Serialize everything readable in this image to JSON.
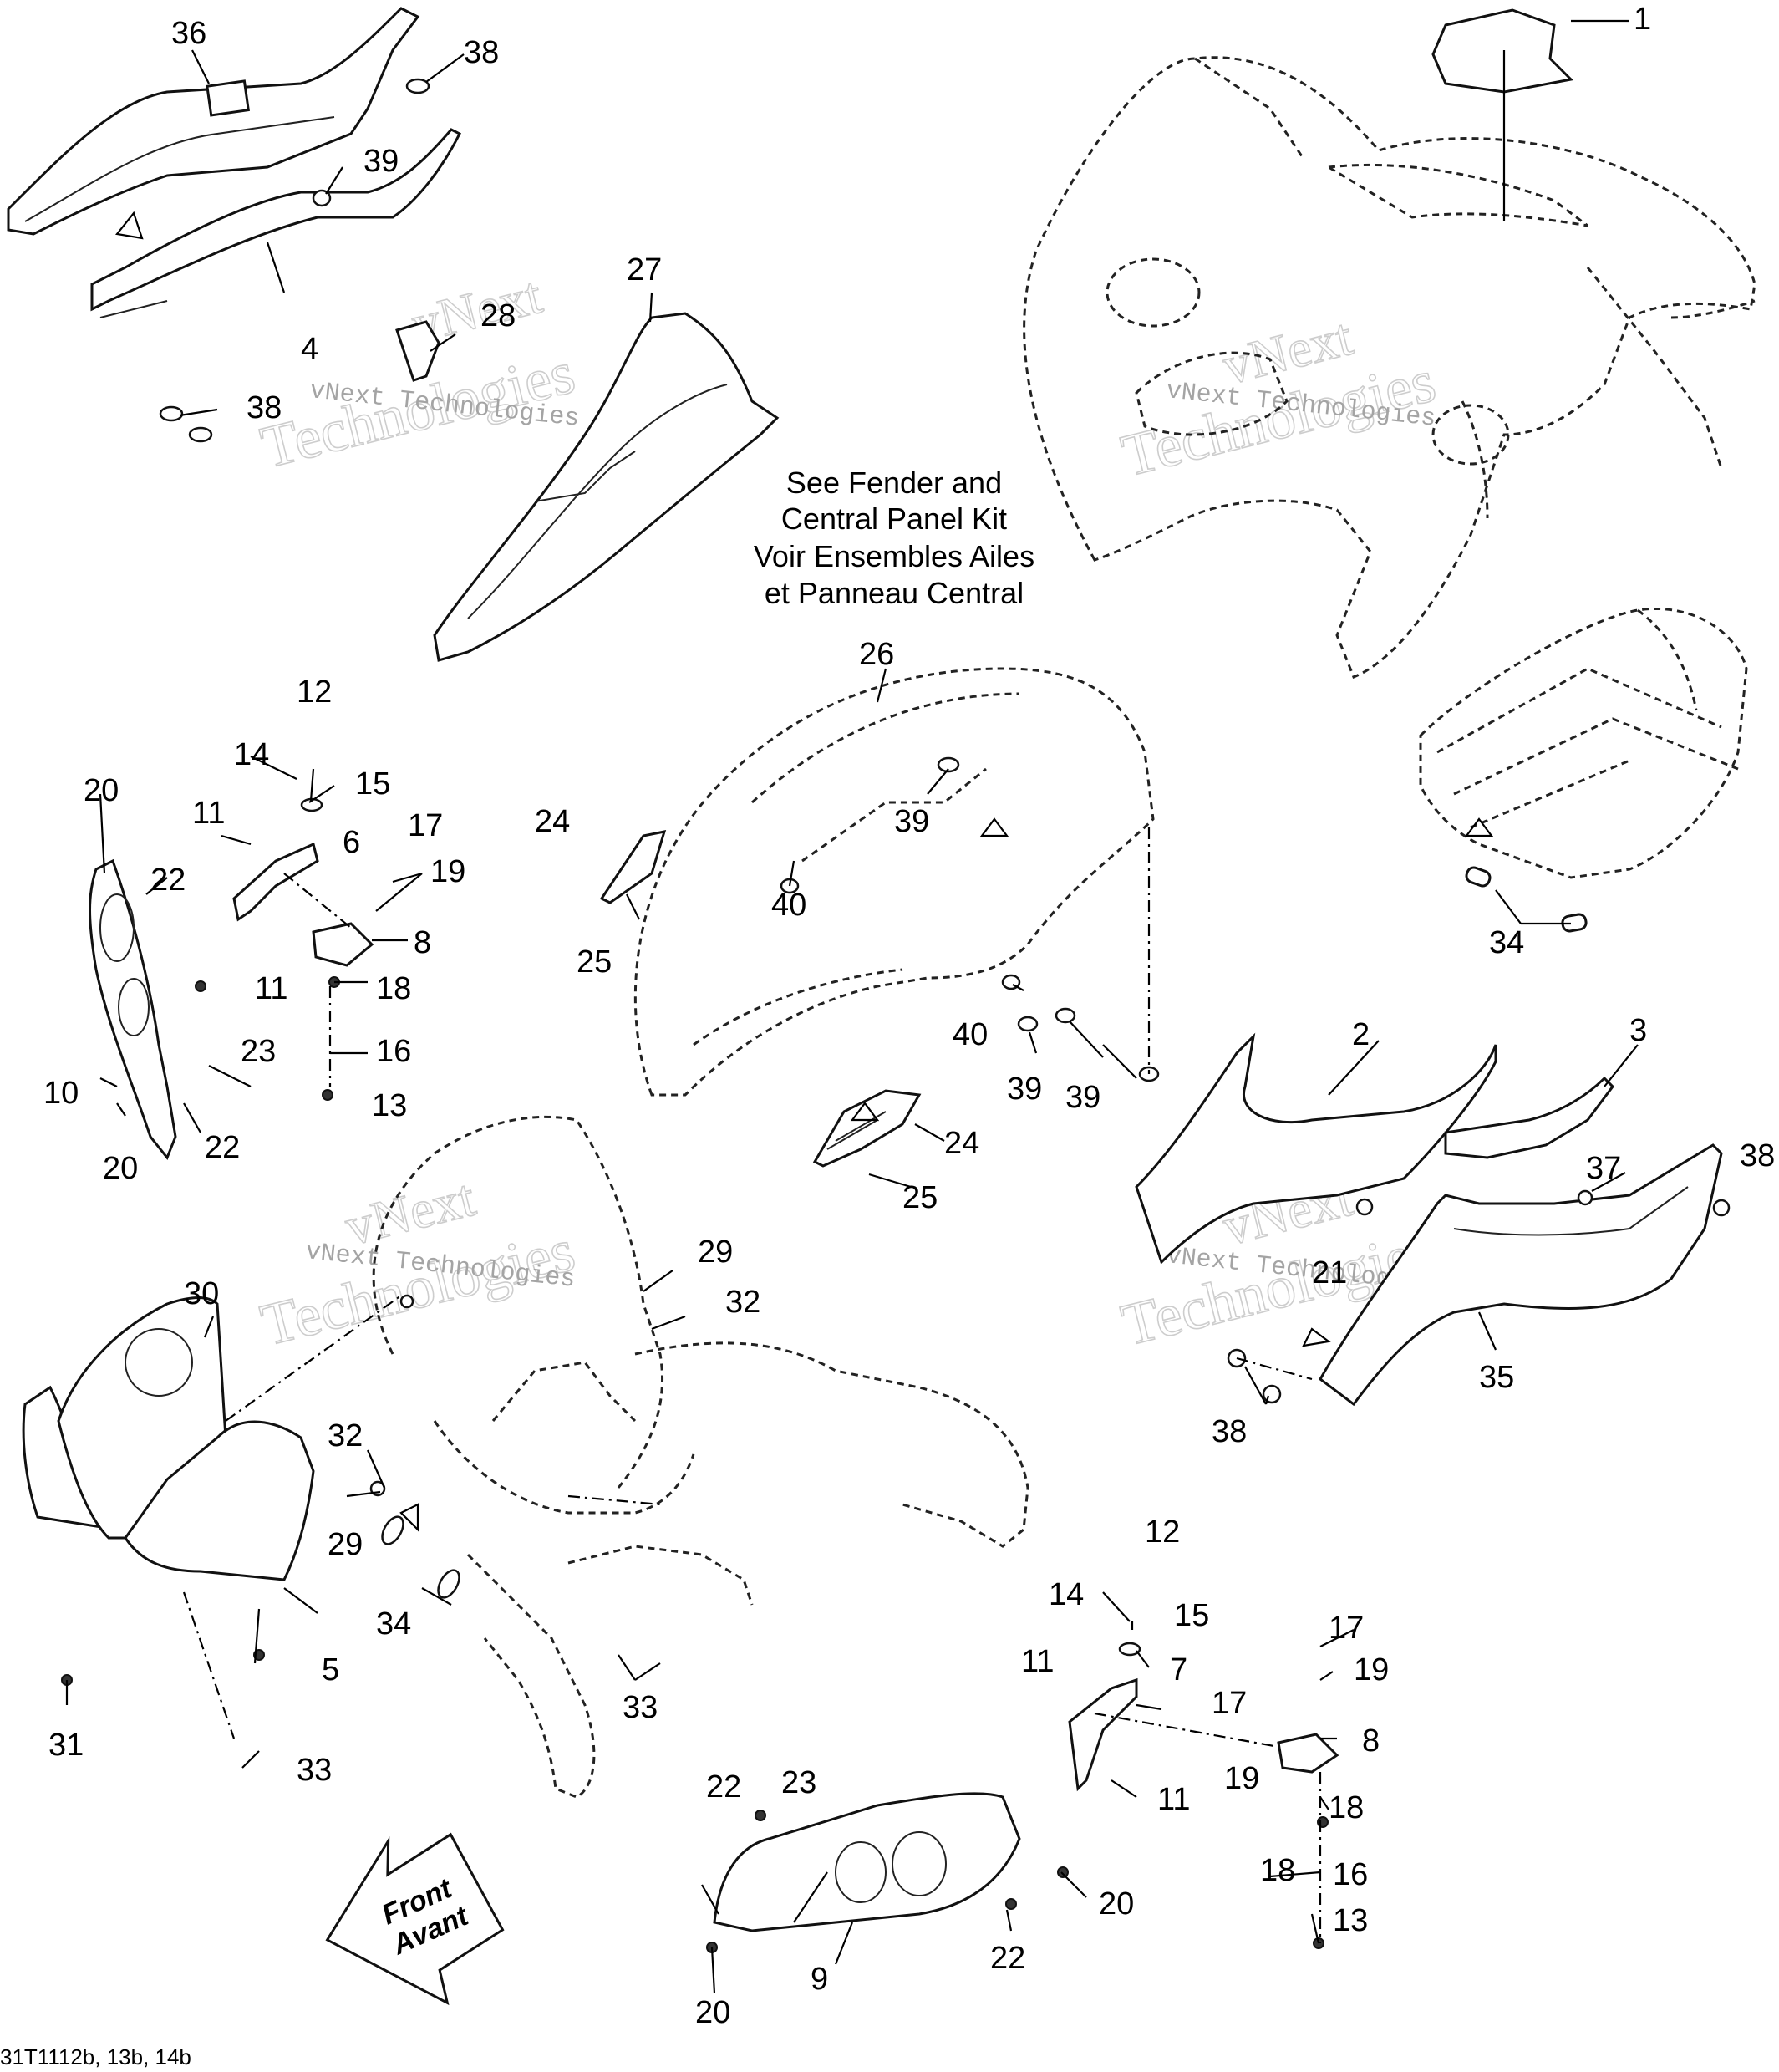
{
  "diagram": {
    "reference_code": "31T1112b, 13b, 14b",
    "note_lines": [
      "See Fender and",
      "Central Panel Kit",
      "Voir Ensembles Ailes",
      "et Panneau Central"
    ],
    "front_arrow": [
      "Front",
      "Avant"
    ],
    "watermark": {
      "top": "vNext",
      "bottom": "Technologies",
      "small": "vNext Technologies"
    },
    "callouts": [
      "1",
      "2",
      "3",
      "4",
      "5",
      "6",
      "7",
      "8",
      "9",
      "10",
      "11",
      "12",
      "13",
      "14",
      "15",
      "16",
      "17",
      "18",
      "19",
      "20",
      "21",
      "22",
      "23",
      "24",
      "25",
      "26",
      "27",
      "28",
      "29",
      "30",
      "31",
      "32",
      "33",
      "34",
      "35",
      "36",
      "37",
      "38",
      "39",
      "40"
    ]
  }
}
